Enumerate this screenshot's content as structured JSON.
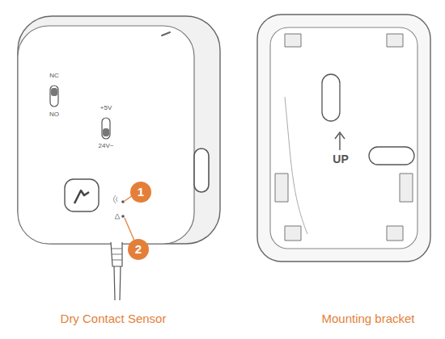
{
  "diagram": {
    "labels": [
      "NC",
      "NO",
      "+5V",
      "24V~",
      "1",
      "2",
      "UP",
      "Dry Contact Sensor",
      "Mounting bracket"
    ]
  }
}
